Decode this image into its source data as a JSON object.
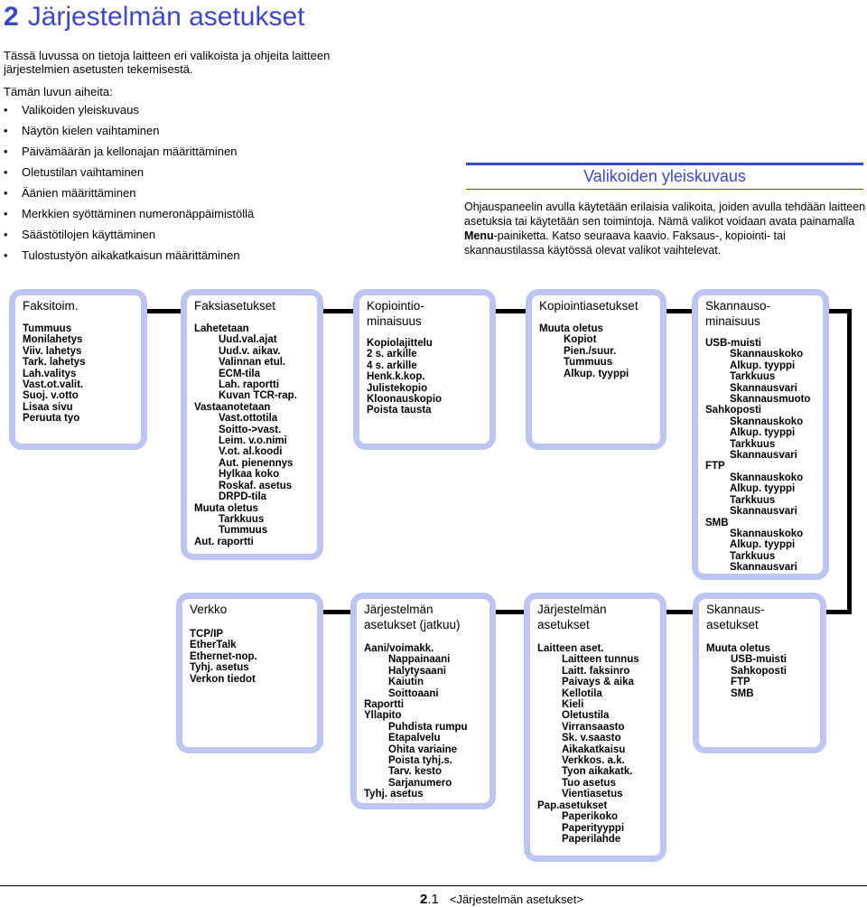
{
  "chapter": {
    "number": "2",
    "title": "Järjestelmän asetukset"
  },
  "intro": "Tässä luvussa on tietoja laitteen eri valikoista ja ohjeita laitteen järjestelmien asetusten tekemisestä.",
  "topics_heading": "Tämän luvun aiheita:",
  "topics": [
    "Valikoiden yleiskuvaus",
    "Näytön kielen vaihtaminen",
    "Päivämäärän ja kellonajan määrittäminen",
    "Oletustilan vaihtaminen",
    "Äänien määrittäminen",
    "Merkkien syöttäminen numeronäppäimistöllä",
    "Säästötilojen käyttäminen",
    "Tulostustyön aikakatkaisun määrittäminen"
  ],
  "section": {
    "title": "Valikoiden yleiskuvaus",
    "text_before": "Ohjauspaneelin avulla käytetään erilaisia valikoita, joiden avulla tehdään laitteen asetuksia tai käytetään sen toimintoja. Nämä valikot voidaan avata painamalla ",
    "text_bold": "Menu",
    "text_after": "-painiketta. Katso seuraava kaavio. Faksaus-, kopiointi- tai skannaustilassa käytössä olevat valikot vaihtelevat."
  },
  "menus": {
    "faksitoim": {
      "title": "Faksitoim.",
      "items": [
        {
          "t": "Tummuus",
          "l": 0
        },
        {
          "t": "Monilahetys",
          "l": 0
        },
        {
          "t": "Viiv. lahetys",
          "l": 0
        },
        {
          "t": "Tark. lahetys",
          "l": 0
        },
        {
          "t": "Lah.valitys",
          "l": 0
        },
        {
          "t": "Vast.ot.valit.",
          "l": 0
        },
        {
          "t": "Suoj. v.otto",
          "l": 0
        },
        {
          "t": "Lisaa sivu",
          "l": 0
        },
        {
          "t": "Peruuta tyo",
          "l": 0
        }
      ]
    },
    "faksiasetukset": {
      "title": "Faksiasetukset",
      "items": [
        {
          "t": "Lahetetaan",
          "l": 0
        },
        {
          "t": "Uud.val.ajat",
          "l": 1
        },
        {
          "t": "Uud.v. aikav.",
          "l": 1
        },
        {
          "t": "Valinnan etul.",
          "l": 1
        },
        {
          "t": "ECM-tila",
          "l": 1
        },
        {
          "t": "Lah. raportti",
          "l": 1
        },
        {
          "t": "Kuvan TCR-rap.",
          "l": 1
        },
        {
          "t": "Vastaanotetaan",
          "l": 0
        },
        {
          "t": "Vast.ottotila",
          "l": 1
        },
        {
          "t": "Soitto->vast.",
          "l": 1
        },
        {
          "t": "Leim. v.o.nimi",
          "l": 1
        },
        {
          "t": "V.ot. al.koodi",
          "l": 1
        },
        {
          "t": "Aut. pienennys",
          "l": 1
        },
        {
          "t": "Hylkaa koko",
          "l": 1
        },
        {
          "t": "Roskaf. asetus",
          "l": 1
        },
        {
          "t": "DRPD-tila",
          "l": 1
        },
        {
          "t": "Muuta oletus",
          "l": 0
        },
        {
          "t": "Tarkkuus",
          "l": 1
        },
        {
          "t": "Tummuus",
          "l": 1
        },
        {
          "t": "Aut. raportti",
          "l": 0
        }
      ]
    },
    "kopiointiominaisuus": {
      "title": "Kopiointio-\nminaisuus",
      "items": [
        {
          "t": "Kopiolajittelu",
          "l": 0
        },
        {
          "t": "2 s. arkille",
          "l": 0
        },
        {
          "t": "4 s. arkille",
          "l": 0
        },
        {
          "t": "Henk.k.kop.",
          "l": 0
        },
        {
          "t": "Julistekopio",
          "l": 0
        },
        {
          "t": "Kloonauskopio",
          "l": 0
        },
        {
          "t": "Poista tausta",
          "l": 0
        }
      ]
    },
    "kopiointiasetukset": {
      "title": "Kopiointiasetukset",
      "items": [
        {
          "t": "Muuta oletus",
          "l": 0
        },
        {
          "t": "Kopiot",
          "l": 1
        },
        {
          "t": "Pien./suur.",
          "l": 1
        },
        {
          "t": "Tummuus",
          "l": 1
        },
        {
          "t": "Alkup. tyyppi",
          "l": 1
        }
      ]
    },
    "skannausominaisuus": {
      "title": "Skannauso-\nminaisuus",
      "items": [
        {
          "t": "USB-muisti",
          "l": 0
        },
        {
          "t": "Skannauskoko",
          "l": 1
        },
        {
          "t": "Alkup. tyyppi",
          "l": 1
        },
        {
          "t": "Tarkkuus",
          "l": 1
        },
        {
          "t": "Skannausvari",
          "l": 1
        },
        {
          "t": "Skannausmuoto",
          "l": 1
        },
        {
          "t": "Sahkoposti",
          "l": 0
        },
        {
          "t": "Skannauskoko",
          "l": 1
        },
        {
          "t": "Alkup. tyyppi",
          "l": 1
        },
        {
          "t": "Tarkkuus",
          "l": 1
        },
        {
          "t": "Skannausvari",
          "l": 1
        },
        {
          "t": "FTP",
          "l": 0
        },
        {
          "t": "Skannauskoko",
          "l": 1
        },
        {
          "t": "Alkup. tyyppi",
          "l": 1
        },
        {
          "t": "Tarkkuus",
          "l": 1
        },
        {
          "t": "Skannausvari",
          "l": 1
        },
        {
          "t": "SMB",
          "l": 0
        },
        {
          "t": "Skannauskoko",
          "l": 1
        },
        {
          "t": "Alkup. tyyppi",
          "l": 1
        },
        {
          "t": "Tarkkuus",
          "l": 1
        },
        {
          "t": "Skannausvari",
          "l": 1
        }
      ]
    },
    "verkko": {
      "title": "Verkko",
      "items": [
        {
          "t": "TCP/IP",
          "l": 0
        },
        {
          "t": "EtherTalk",
          "l": 0
        },
        {
          "t": "Ethernet-nop.",
          "l": 0
        },
        {
          "t": "Tyhj. asetus",
          "l": 0
        },
        {
          "t": "Verkon tiedot",
          "l": 0
        }
      ]
    },
    "jarjestelma_jatkuu": {
      "title": "Järjestelmän\nasetukset (jatkuu)",
      "items": [
        {
          "t": "Aani/voimakk.",
          "l": 0
        },
        {
          "t": "Nappainaani",
          "l": 1
        },
        {
          "t": "Halytysaani",
          "l": 1
        },
        {
          "t": "Kaiutin",
          "l": 1
        },
        {
          "t": "Soittoaani",
          "l": 1
        },
        {
          "t": "Raportti",
          "l": 0
        },
        {
          "t": "Yllapito",
          "l": 0
        },
        {
          "t": "Puhdista rumpu",
          "l": 1
        },
        {
          "t": "Etapalvelu",
          "l": 1
        },
        {
          "t": "Ohita variaine",
          "l": 1
        },
        {
          "t": "Poista tyhj.s.",
          "l": 1
        },
        {
          "t": "Tarv. kesto",
          "l": 1
        },
        {
          "t": "Sarjanumero",
          "l": 1
        },
        {
          "t": "Tyhj. asetus",
          "l": 0
        }
      ]
    },
    "jarjestelma": {
      "title": "Järjestelmän\nasetukset",
      "items": [
        {
          "t": "Laitteen aset.",
          "l": 0
        },
        {
          "t": "Laitteen tunnus",
          "l": 1
        },
        {
          "t": "Laitt. faksinro",
          "l": 1
        },
        {
          "t": "Paivays & aika",
          "l": 1
        },
        {
          "t": "Kellotila",
          "l": 1
        },
        {
          "t": "Kieli",
          "l": 1
        },
        {
          "t": "Oletustila",
          "l": 1
        },
        {
          "t": "Virransaasto",
          "l": 1
        },
        {
          "t": "Sk. v.saasto",
          "l": 1
        },
        {
          "t": "Aikakatkaisu",
          "l": 1
        },
        {
          "t": "Verkkos. a.k.",
          "l": 1
        },
        {
          "t": "Tyon aikakatk.",
          "l": 1
        },
        {
          "t": "Tuo asetus",
          "l": 1
        },
        {
          "t": "Vientiasetus",
          "l": 1
        },
        {
          "t": "Pap.asetukset",
          "l": 0
        },
        {
          "t": "Paperikoko",
          "l": 1
        },
        {
          "t": "Paperityyppi",
          "l": 1
        },
        {
          "t": "Paperilahde",
          "l": 1
        }
      ]
    },
    "skannausasetukset": {
      "title": "Skannaus-\nasetukset",
      "items": [
        {
          "t": "Muuta oletus",
          "l": 0
        },
        {
          "t": "USB-muisti",
          "l": 1
        },
        {
          "t": "Sahkoposti",
          "l": 1
        },
        {
          "t": "FTP",
          "l": 1
        },
        {
          "t": "SMB",
          "l": 1
        }
      ]
    }
  },
  "footer": {
    "page_major": "2",
    "page_minor": ".1",
    "chapter_ref": "<Järjestelmän asetukset>"
  }
}
